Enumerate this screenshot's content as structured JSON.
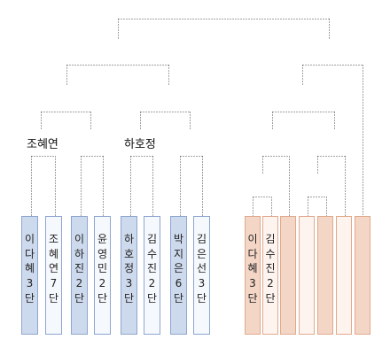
{
  "winners": [
    {
      "label": "조혜연"
    },
    {
      "label": "하호정"
    }
  ],
  "players": [
    {
      "name": "이다혜3단",
      "color": "#cdd9ec",
      "border": "#8ea6cf"
    },
    {
      "name": "조혜연7단",
      "color": "#f5f8fd",
      "border": "#8ea6cf"
    },
    {
      "name": "이하진2단",
      "color": "#cdd9ec",
      "border": "#8ea6cf"
    },
    {
      "name": "윤영민2단",
      "color": "#f5f8fd",
      "border": "#8ea6cf"
    },
    {
      "name": "하호정3단",
      "color": "#cdd9ec",
      "border": "#8ea6cf"
    },
    {
      "name": "김수진2단",
      "color": "#f5f8fd",
      "border": "#8ea6cf"
    },
    {
      "name": "박지은6단",
      "color": "#cdd9ec",
      "border": "#8ea6cf"
    },
    {
      "name": "김은선3단",
      "color": "#f5f8fd",
      "border": "#8ea6cf"
    },
    {
      "name": "이다혜3단",
      "color": "#f4d6c6",
      "border": "#e0a98c"
    },
    {
      "name": "김수진2단",
      "color": "#fdf4ef",
      "border": "#e0a98c"
    },
    {
      "name": "",
      "color": "#f4d6c6",
      "border": "#e0a98c"
    },
    {
      "name": "",
      "color": "#fdf4ef",
      "border": "#e0a98c"
    },
    {
      "name": "",
      "color": "#f4d6c6",
      "border": "#e0a98c"
    },
    {
      "name": "",
      "color": "#fdf4ef",
      "border": "#e0a98c"
    },
    {
      "name": "",
      "color": "#f4d6c6",
      "border": "#e0a98c"
    }
  ],
  "line_color": "#444444"
}
